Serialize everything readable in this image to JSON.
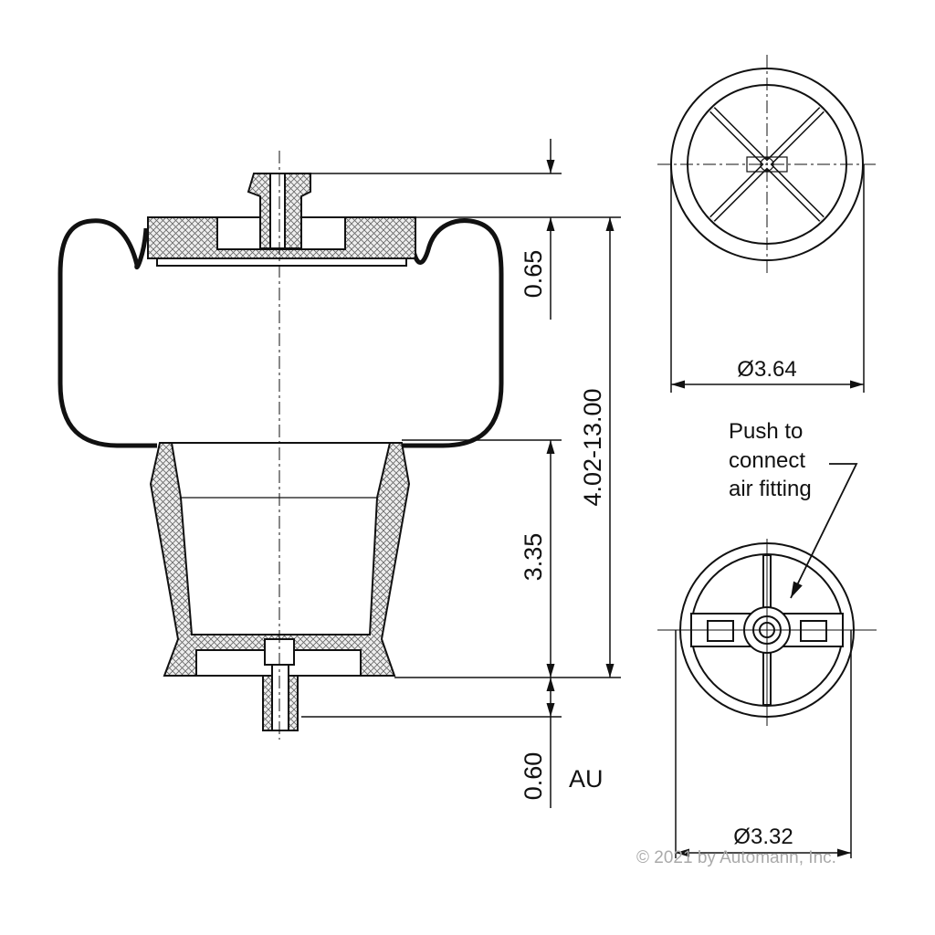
{
  "dimensions": {
    "top_stud_height": "0.65",
    "height_range": "4.02-13.00",
    "piston_height": "3.35",
    "bottom_stud_height": "0.60",
    "top_diameter": "Ø3.64",
    "bottom_diameter": "Ø3.32"
  },
  "labels": {
    "suffix": "AU",
    "note_line1": "Push to",
    "note_line2": "connect",
    "note_line3": "air fitting"
  },
  "copyright": "© 2021 by Automann, Inc.",
  "colors": {
    "line": "#111111",
    "hatch": "#555555"
  }
}
